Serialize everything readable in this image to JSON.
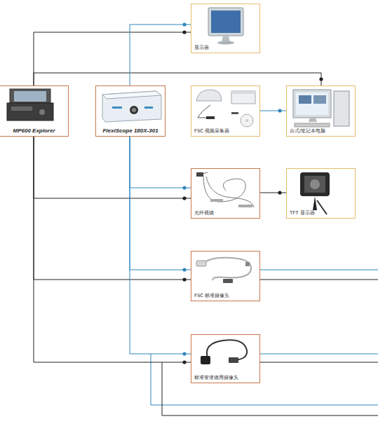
{
  "diagram": {
    "nodes": [
      {
        "text": [
          "显示器"
        ]
      },
      {
        "text": [
          "MP600 Explorer"
        ]
      },
      {
        "text": [
          "FlexiScope 180X-301"
        ]
      },
      {
        "text": [
          "FSC 视频采集器"
        ]
      },
      {
        "text": [
          "台式/笔记本电脑"
        ]
      },
      {
        "text": [
          "光纤视镜"
        ]
      },
      {
        "text": [
          "TFT 显示器"
        ]
      },
      {
        "text": [
          "FSC 标准摄像头"
        ]
      },
      {
        "text": [
          "标准管道镜用摄像头"
        ]
      }
    ],
    "edges": [
      {
        "from": 1,
        "to": 0,
        "arrow": "to"
      },
      {
        "from": 1,
        "to": 4,
        "arrow": "to"
      },
      {
        "from": 2,
        "to": 0,
        "arrow": "to"
      },
      {
        "from": 3,
        "to": 4,
        "arrow": "to"
      },
      {
        "from": 1,
        "to": 5,
        "arrow": "to"
      },
      {
        "from": 2,
        "to": 5,
        "arrow": "to"
      },
      {
        "from": 5,
        "to": 6,
        "arrow": "to"
      },
      {
        "from": 1,
        "to": 7,
        "arrow": "to"
      },
      {
        "from": 2,
        "to": 7,
        "arrow": "to"
      },
      {
        "from": 1,
        "to": 8,
        "arrow": "to"
      },
      {
        "from": 2,
        "to": 8,
        "arrow": "to"
      }
    ]
  }
}
